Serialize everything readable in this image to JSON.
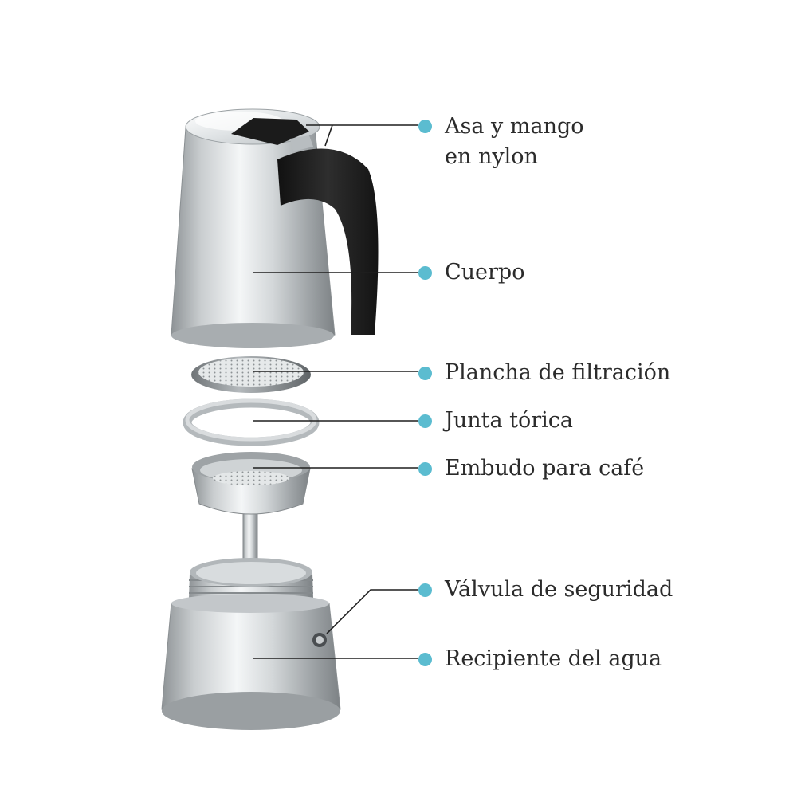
{
  "accent_color": "#5bbcd0",
  "line_color": "#1f1f1f",
  "parts": [
    {
      "id": "handle",
      "icon": "handle-icon",
      "lines": [
        "Asa y mango",
        "en nylon"
      ]
    },
    {
      "id": "body",
      "icon": "upper-chamber-icon",
      "lines": [
        "Cuerpo"
      ]
    },
    {
      "id": "filter-plate",
      "icon": "filter-plate-icon",
      "lines": [
        "Plancha de filtración"
      ]
    },
    {
      "id": "gasket",
      "icon": "gasket-ring-icon",
      "lines": [
        "Junta tórica"
      ]
    },
    {
      "id": "funnel",
      "icon": "coffee-funnel-icon",
      "lines": [
        "Embudo para café"
      ]
    },
    {
      "id": "valve",
      "icon": "safety-valve-icon",
      "lines": [
        "Válvula de seguridad"
      ]
    },
    {
      "id": "water-tank",
      "icon": "water-tank-icon",
      "lines": [
        "Recipiente del agua"
      ]
    }
  ]
}
